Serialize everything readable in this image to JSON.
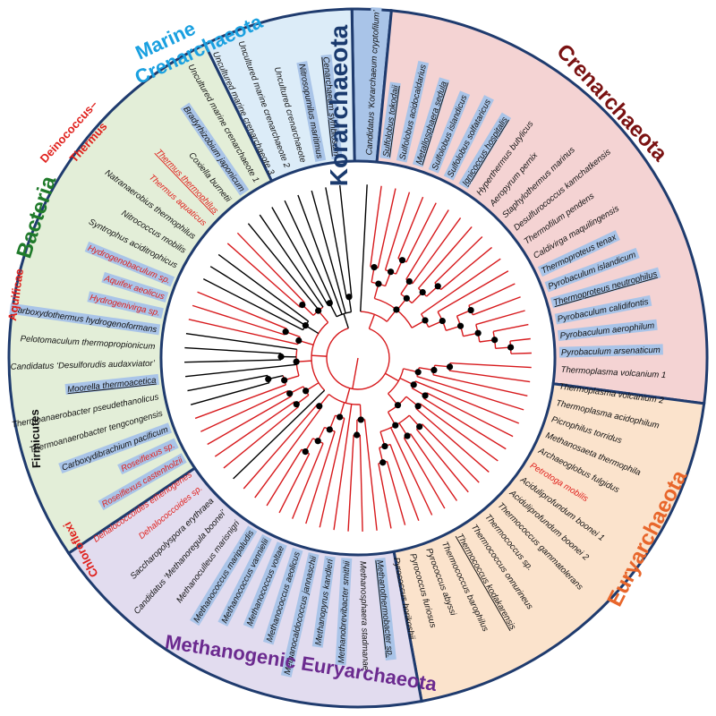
{
  "colors": {
    "tree_red": "#d7191c",
    "tree_black": "#000000",
    "node": "#000000",
    "highlight": "#a9c4e8",
    "sector_stroke": "#1f3b6e"
  },
  "sectors": [
    {
      "id": "korarchaeota",
      "name": "Korarchaeota",
      "fill": "#a9c4e8",
      "color": "#1a3a6e"
    },
    {
      "id": "crenarchaeota",
      "name": "Crenarchaeota",
      "fill": "#f4d3d3",
      "color": "#7a1212"
    },
    {
      "id": "euryarchaeota",
      "name": "Euryarchaeota",
      "fill": "#fbe3cc",
      "color": "#e8662b"
    },
    {
      "id": "methanogenic",
      "name": "Methanogenic Euryarchaeota",
      "fill": "#e2dcef",
      "color": "#6b2a8f"
    },
    {
      "id": "bacteria",
      "name": "Bacteria",
      "fill": "#e3eed8",
      "color": "#1f7a2a"
    },
    {
      "id": "marine",
      "name_line1": "Marine",
      "name_line2": "Crenarchaeota",
      "fill": "#dcecf8",
      "color": "#1aa0e0"
    }
  ],
  "group_labels": {
    "deinococcus_1": "Deinococcus–",
    "deinococcus_2": "Thermus",
    "aquificae": "Aquificae",
    "firmicutes": "Firmicutes",
    "chloroflexi": "Chloroflexi"
  },
  "leaves": [
    {
      "label": "Candidatus ‘Korarchaeum cryptofilum’",
      "hl": true,
      "red": false,
      "ul": false
    },
    {
      "label": "Sulfolobus tokodaii",
      "hl": true,
      "red": false,
      "ul": true
    },
    {
      "label": "Sulfolobus acidocaldarius",
      "hl": true,
      "red": false,
      "ul": false
    },
    {
      "label": "Metallosphaera sedula",
      "hl": true,
      "red": false,
      "ul": true
    },
    {
      "label": "Sulfolobus islandicus",
      "hl": true,
      "red": false,
      "ul": false
    },
    {
      "label": "Sulfolobus solfataricus",
      "hl": true,
      "red": false,
      "ul": false
    },
    {
      "label": "Ignicoccus hospitalis",
      "hl": true,
      "red": false,
      "ul": true
    },
    {
      "label": "Hyperthermus butylicus",
      "hl": false,
      "red": false,
      "ul": false
    },
    {
      "label": "Aeropyrum pernix",
      "hl": false,
      "red": false,
      "ul": false
    },
    {
      "label": "Staphylothermus marinus",
      "hl": false,
      "red": false,
      "ul": false
    },
    {
      "label": "Desulfurococcus kamchatkensis",
      "hl": false,
      "red": false,
      "ul": false
    },
    {
      "label": "Thermofilum pendens",
      "hl": false,
      "red": false,
      "ul": false
    },
    {
      "label": "Caldivirga maquilingensis",
      "hl": false,
      "red": false,
      "ul": false
    },
    {
      "label": "Thermoproteus tenax",
      "hl": true,
      "red": false,
      "ul": false
    },
    {
      "label": "Pyrobaculum islandicum",
      "hl": true,
      "red": false,
      "ul": false
    },
    {
      "label": "Thermoproteus neutrophilus",
      "hl": true,
      "red": false,
      "ul": true
    },
    {
      "label": "Pyrobaculum calidifontis",
      "hl": true,
      "red": false,
      "ul": false
    },
    {
      "label": "Pyrobaculum aerophilum",
      "hl": true,
      "red": false,
      "ul": false
    },
    {
      "label": "Pyrobaculum arsenaticum",
      "hl": true,
      "red": false,
      "ul": false
    },
    {
      "label": "Thermoplasma volcanium 1",
      "hl": false,
      "red": false,
      "ul": false
    },
    {
      "label": "Thermoplasma volcanium 2",
      "hl": false,
      "red": false,
      "ul": false
    },
    {
      "label": "Thermoplasma acidophilum",
      "hl": false,
      "red": false,
      "ul": false
    },
    {
      "label": "Picrophilus torridus",
      "hl": false,
      "red": false,
      "ul": false
    },
    {
      "label": "Methanosaeta thermophila",
      "hl": false,
      "red": false,
      "ul": false
    },
    {
      "label": "Archaeoglobus fulgidus",
      "hl": false,
      "red": false,
      "ul": false
    },
    {
      "label": "Petrotoga mobilis",
      "hl": false,
      "red": true,
      "ul": false
    },
    {
      "label": "Aciduliprofundum boonei 1",
      "hl": false,
      "red": false,
      "ul": false
    },
    {
      "label": "Aciduliprofundum boonei 2",
      "hl": false,
      "red": false,
      "ul": false
    },
    {
      "label": "Thermococcus gammatolerans",
      "hl": false,
      "red": false,
      "ul": false
    },
    {
      "label": "Thermococcus sp.",
      "hl": false,
      "red": false,
      "ul": false
    },
    {
      "label": "Thermococcus onnurineus",
      "hl": false,
      "red": false,
      "ul": false
    },
    {
      "label": "Thermococcus kodakarensis",
      "hl": false,
      "red": false,
      "ul": true
    },
    {
      "label": "Thermococcus barophilus",
      "hl": false,
      "red": false,
      "ul": false
    },
    {
      "label": "Pyrococcus abyssi",
      "hl": false,
      "red": false,
      "ul": false
    },
    {
      "label": "Pyrococcus furiosus",
      "hl": false,
      "red": false,
      "ul": false
    },
    {
      "label": "Pyrococcus horikoshii",
      "hl": false,
      "red": false,
      "ul": false
    },
    {
      "label": "Methanothermobacter sp.",
      "hl": true,
      "red": false,
      "ul": true
    },
    {
      "label": "Methanosphaera stadmanae",
      "hl": false,
      "red": false,
      "ul": false
    },
    {
      "label": "Methanobrevibacter smithii",
      "hl": true,
      "red": false,
      "ul": false
    },
    {
      "label": "Methanopyrus kandleri",
      "hl": true,
      "red": false,
      "ul": false
    },
    {
      "label": "Methanocaldococcus jannaschii",
      "hl": true,
      "red": false,
      "ul": false
    },
    {
      "label": "Methanococcus aeolicus",
      "hl": true,
      "red": false,
      "ul": false
    },
    {
      "label": "Methanococcus voltae",
      "hl": true,
      "red": false,
      "ul": false
    },
    {
      "label": "Methanococcus vannielii",
      "hl": true,
      "red": false,
      "ul": false
    },
    {
      "label": "Methanococcus maripaludis",
      "hl": true,
      "red": false,
      "ul": false
    },
    {
      "label": "Methanoculleus marisnigri",
      "hl": false,
      "red": false,
      "ul": false
    },
    {
      "label": "Candidatus ‘Methanoregula boonei’",
      "hl": false,
      "red": false,
      "ul": false
    },
    {
      "label": "Saccharopolyspora erythraea",
      "hl": false,
      "red": false,
      "ul": false
    },
    {
      "label": "Dehalococcoides sp.",
      "hl": false,
      "red": true,
      "ul": false
    },
    {
      "label": "Dehalococcoides ethenogenes",
      "hl": false,
      "red": true,
      "ul": false
    },
    {
      "label": "Roseiflexus castenholzii",
      "hl": true,
      "red": true,
      "ul": false
    },
    {
      "label": "Roseiflexus sp.",
      "hl": true,
      "red": true,
      "ul": false
    },
    {
      "label": "Carboxydibrachium pacificum",
      "hl": true,
      "red": false,
      "ul": false
    },
    {
      "label": "Thermoanaerobacter tengcongensis",
      "hl": false,
      "red": false,
      "ul": false
    },
    {
      "label": "Thermoanaerobacter pseudethanolicus",
      "hl": false,
      "red": false,
      "ul": false
    },
    {
      "label": "Moorella thermoacetica",
      "hl": true,
      "red": false,
      "ul": true
    },
    {
      "label": "Candidatus ‘Desulforudis audaxviator’",
      "hl": false,
      "red": false,
      "ul": false
    },
    {
      "label": "Pelotomaculum thermopropionicum",
      "hl": false,
      "red": false,
      "ul": false
    },
    {
      "label": "Carboxydothermus hydrogenoformans",
      "hl": true,
      "red": false,
      "ul": false
    },
    {
      "label": "Hydrogenivirga sp.",
      "hl": true,
      "red": true,
      "ul": false
    },
    {
      "label": "Aquifex aeolicus",
      "hl": true,
      "red": true,
      "ul": false
    },
    {
      "label": "Hydrogenobaculum sp.",
      "hl": true,
      "red": true,
      "ul": false
    },
    {
      "label": "Syntrophus aciditrophicus",
      "hl": false,
      "red": false,
      "ul": false
    },
    {
      "label": "Nitrococcus mobilis",
      "hl": false,
      "red": false,
      "ul": false
    },
    {
      "label": "Natranaerobius thermophilus",
      "hl": false,
      "red": false,
      "ul": false
    },
    {
      "label": "Thermus aquaticus",
      "hl": false,
      "red": true,
      "ul": false
    },
    {
      "label": "Thermus thermophilus",
      "hl": false,
      "red": true,
      "ul": true
    },
    {
      "label": "Coxiella burnetii",
      "hl": false,
      "red": false,
      "ul": false
    },
    {
      "label": "Bradyrhizobium japonicum",
      "hl": true,
      "red": false,
      "ul": false
    },
    {
      "label": "Uncultured marine crenarchaeote 1",
      "hl": false,
      "red": false,
      "ul": false
    },
    {
      "label": "Uncultured marine crenarchaeote 3",
      "hl": false,
      "red": false,
      "ul": false
    },
    {
      "label": "Uncultured marine crenarchaeote 2",
      "hl": false,
      "red": false,
      "ul": false
    },
    {
      "label": "Uncultured crenarchaeote",
      "hl": false,
      "red": false,
      "ul": false
    },
    {
      "label": "Nitrosopumilus maritimus",
      "hl": true,
      "red": false,
      "ul": false
    },
    {
      "label": "Cenarchaeum symbiosum",
      "hl": true,
      "red": false,
      "ul": true
    }
  ]
}
